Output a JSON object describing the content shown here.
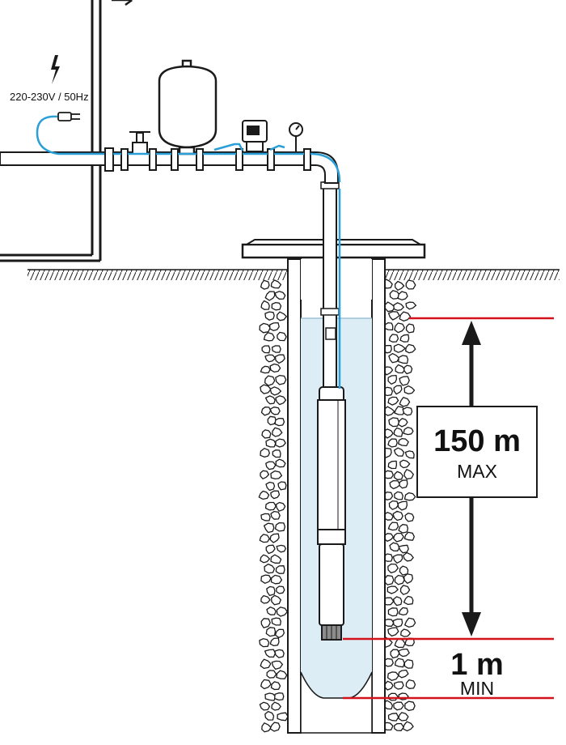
{
  "power_supply": {
    "label": "220-230V / 50Hz"
  },
  "max_depth": {
    "value": "150 m",
    "label": "MAX"
  },
  "min_clearance": {
    "value": "1 m",
    "label": "MIN"
  },
  "colors": {
    "outline": "#1a1a1a",
    "water": "#dcedf6",
    "cable": "#2a9fd8",
    "dimension_line": "#d3121b",
    "pipe": "#ffffff"
  },
  "icons": [
    "lightning-icon",
    "plug-icon",
    "pressure-gauge-icon",
    "valve-icon"
  ]
}
